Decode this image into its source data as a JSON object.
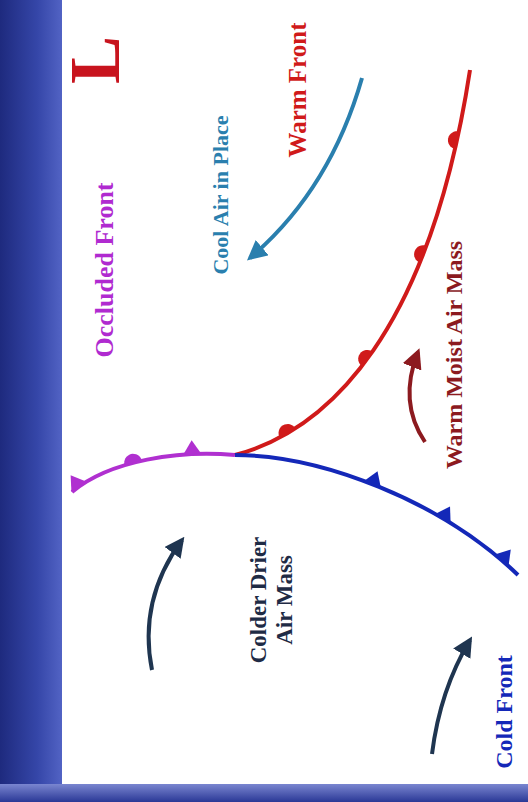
{
  "diagram": {
    "labels": [
      "L",
      "Occluded Front",
      "Cool Air in Place",
      "Warm Front",
      "Warm Moist Air Mass",
      "Colder Drier Air Mass",
      "Cold Front"
    ]
  }
}
